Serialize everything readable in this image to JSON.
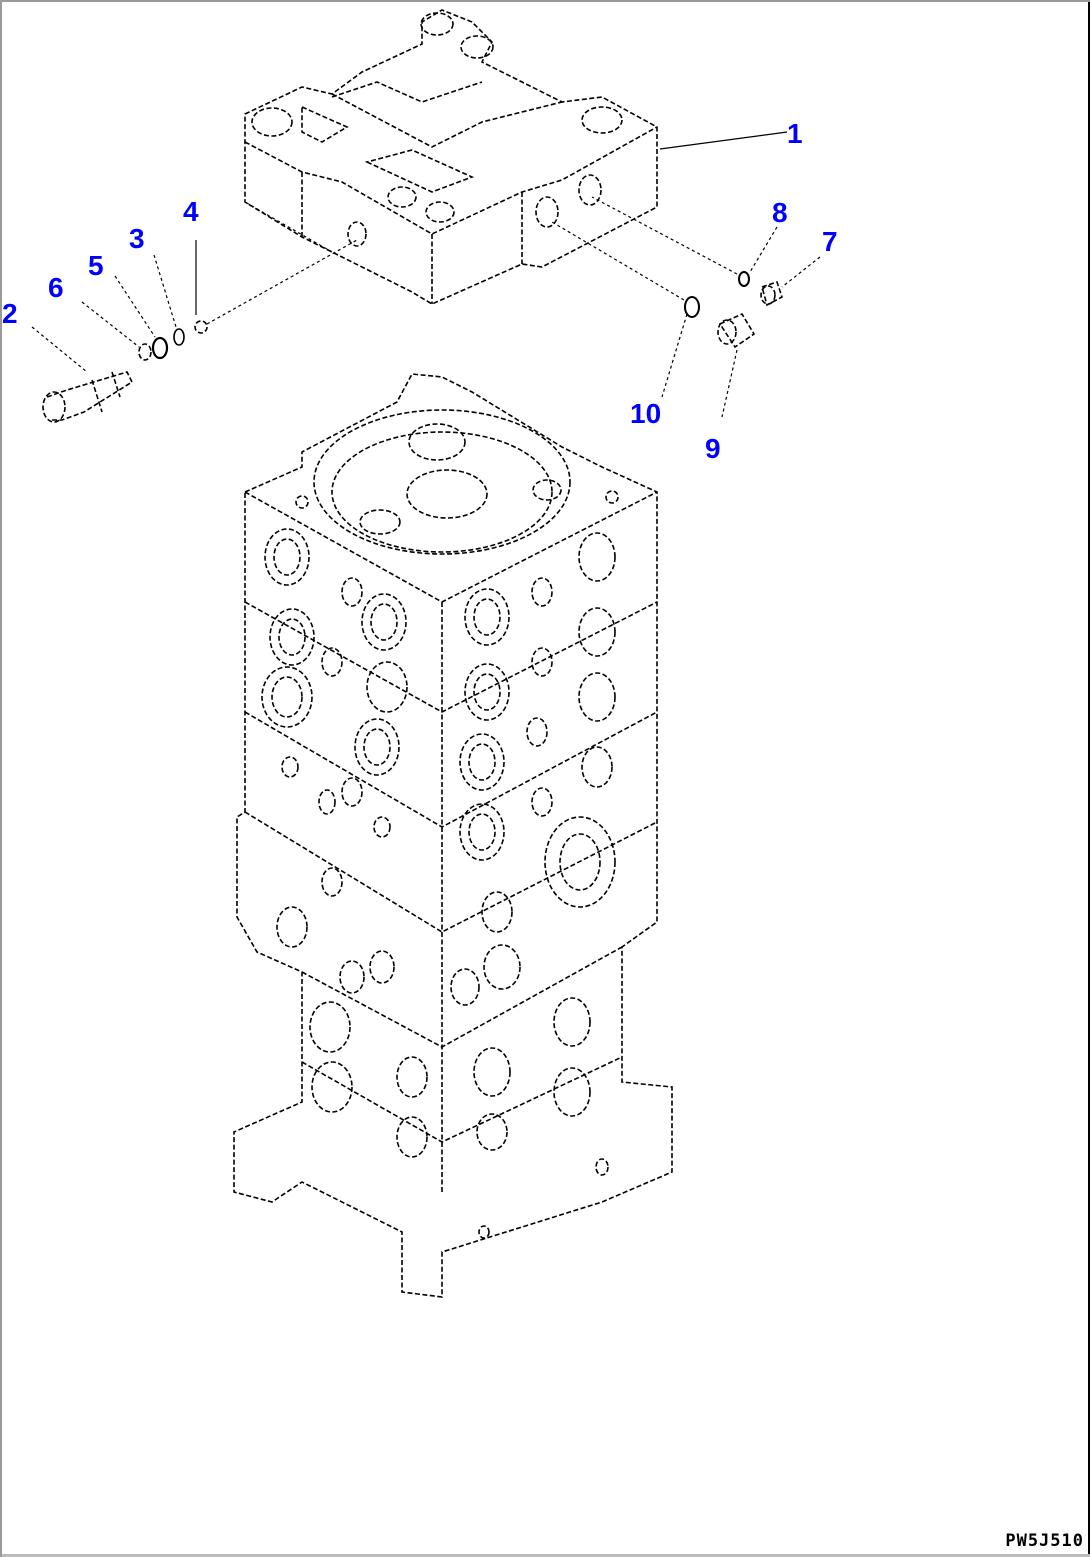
{
  "diagram": {
    "callouts": [
      {
        "id": "1",
        "label": "1"
      },
      {
        "id": "2",
        "label": "2"
      },
      {
        "id": "3",
        "label": "3"
      },
      {
        "id": "4",
        "label": "4"
      },
      {
        "id": "5",
        "label": "5"
      },
      {
        "id": "6",
        "label": "6"
      },
      {
        "id": "7",
        "label": "7"
      },
      {
        "id": "8",
        "label": "8"
      },
      {
        "id": "9",
        "label": "9"
      },
      {
        "id": "10",
        "label": "10"
      }
    ],
    "drawing_code": "PW5J510",
    "callout_color": "#0000ff"
  }
}
